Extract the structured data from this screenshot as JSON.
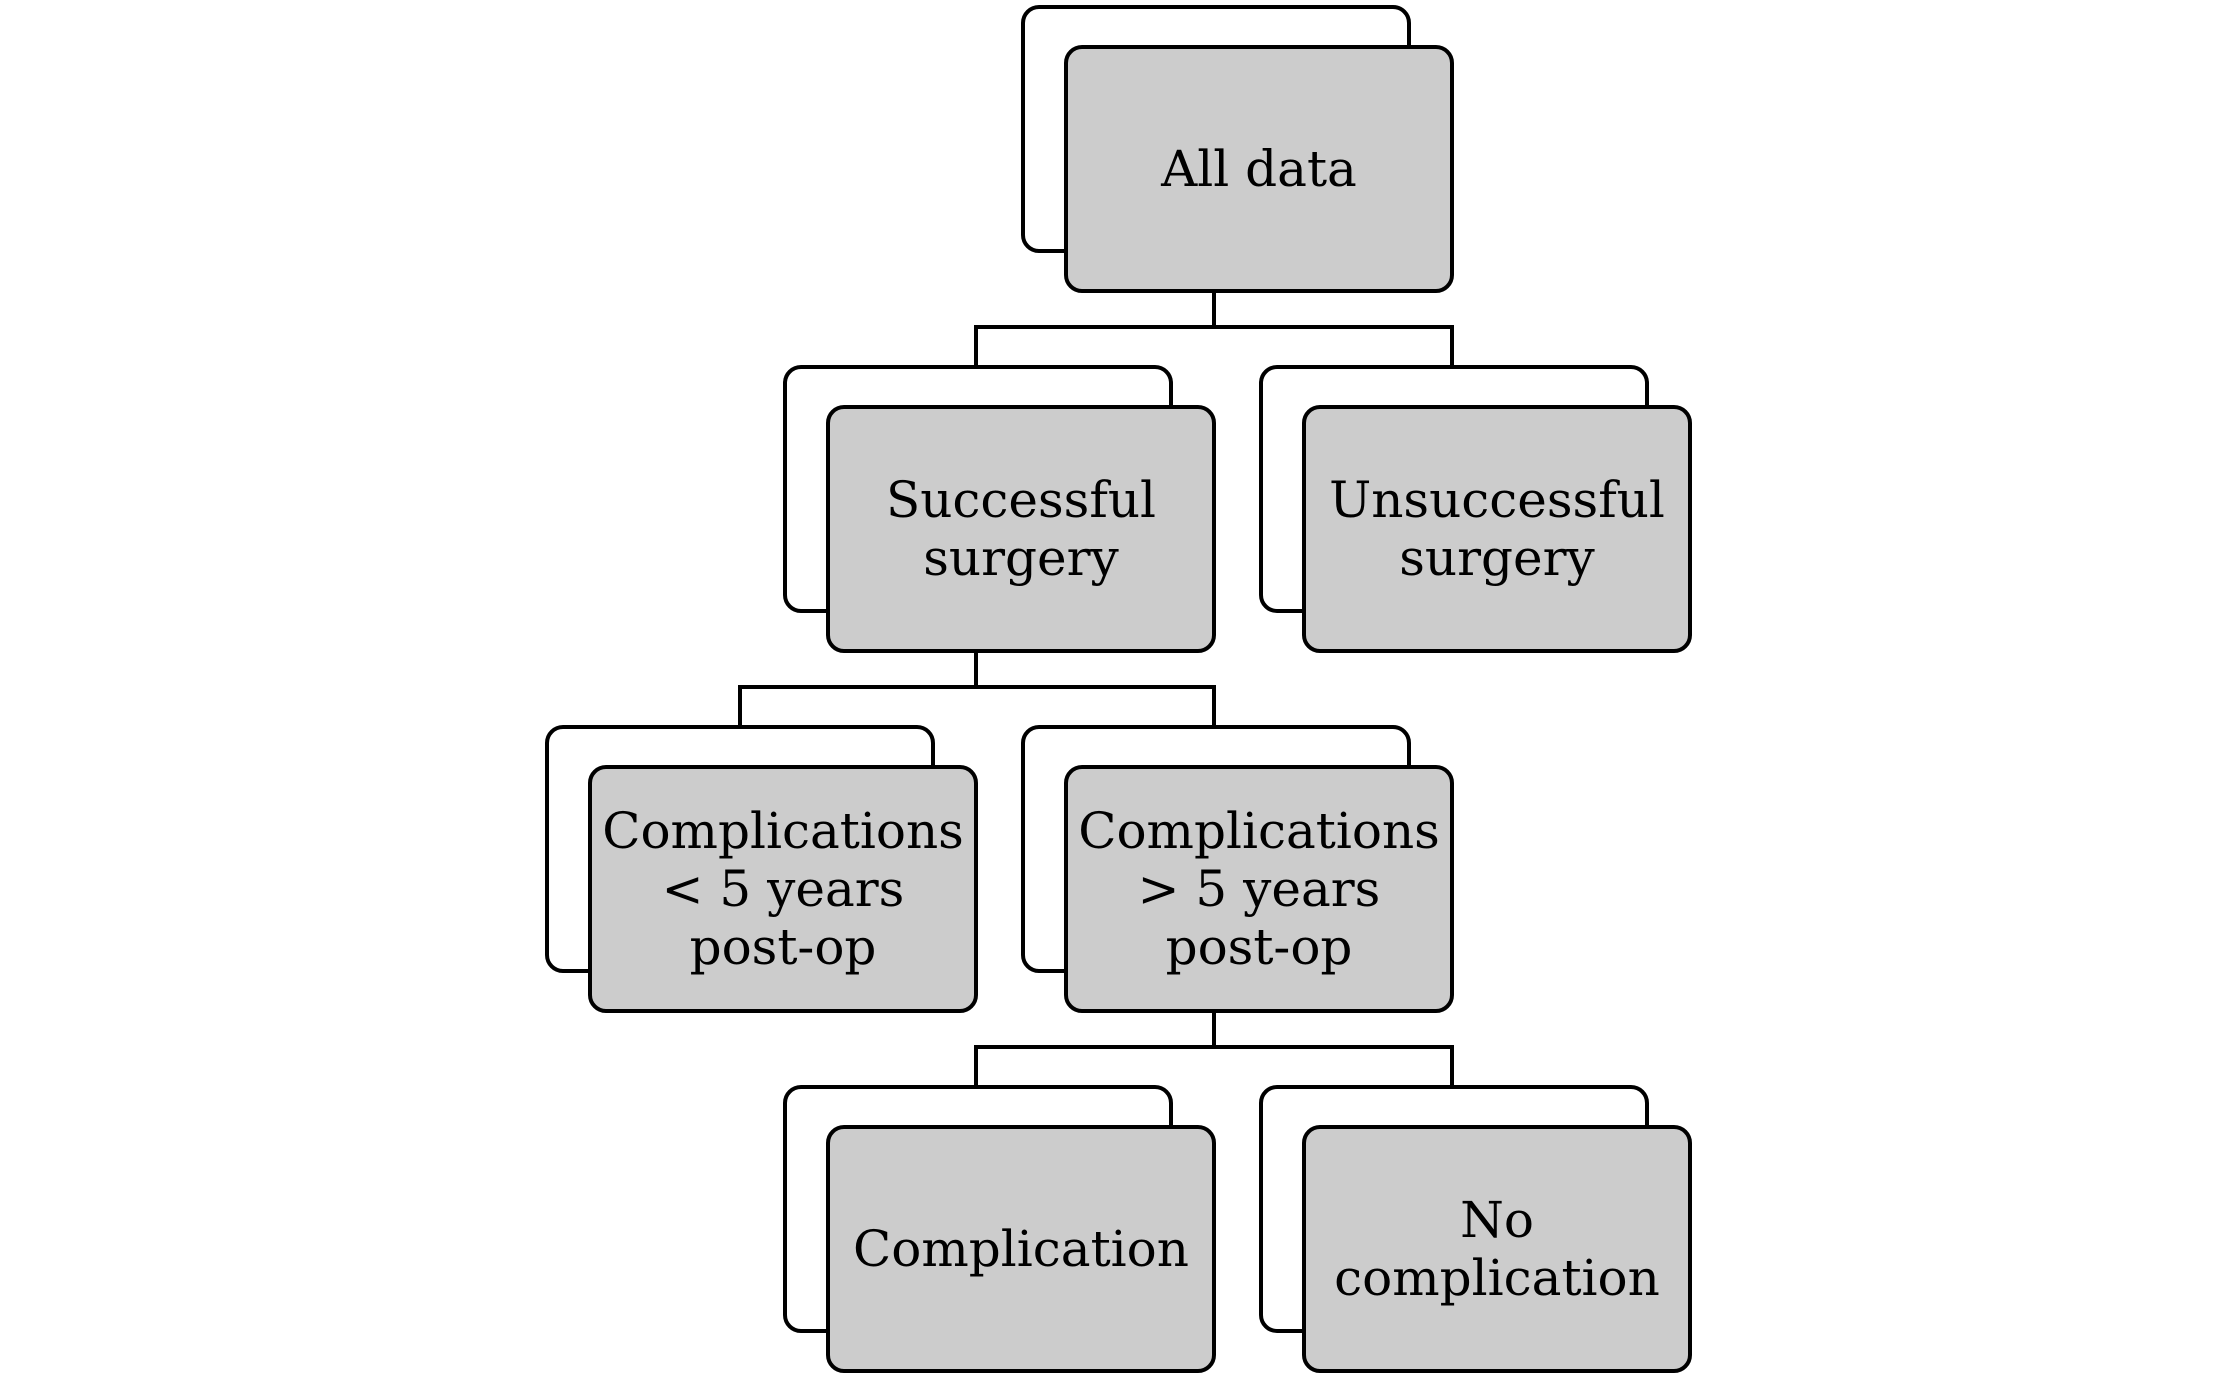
{
  "nodes": {
    "all_data": {
      "label": "All data"
    },
    "successful": {
      "label": "Successful surgery"
    },
    "unsuccessful": {
      "label": "Unsuccessful surgery"
    },
    "comp_lt5": {
      "label": "Complications < 5 years post-op"
    },
    "comp_gt5": {
      "label": "Complications > 5 years post-op"
    },
    "complication": {
      "label": "Complication"
    },
    "no_complication": {
      "label": "No complication"
    }
  },
  "colors": {
    "box_fill": "#cccccc",
    "back_fill": "#ffffff",
    "stroke": "#000000"
  }
}
